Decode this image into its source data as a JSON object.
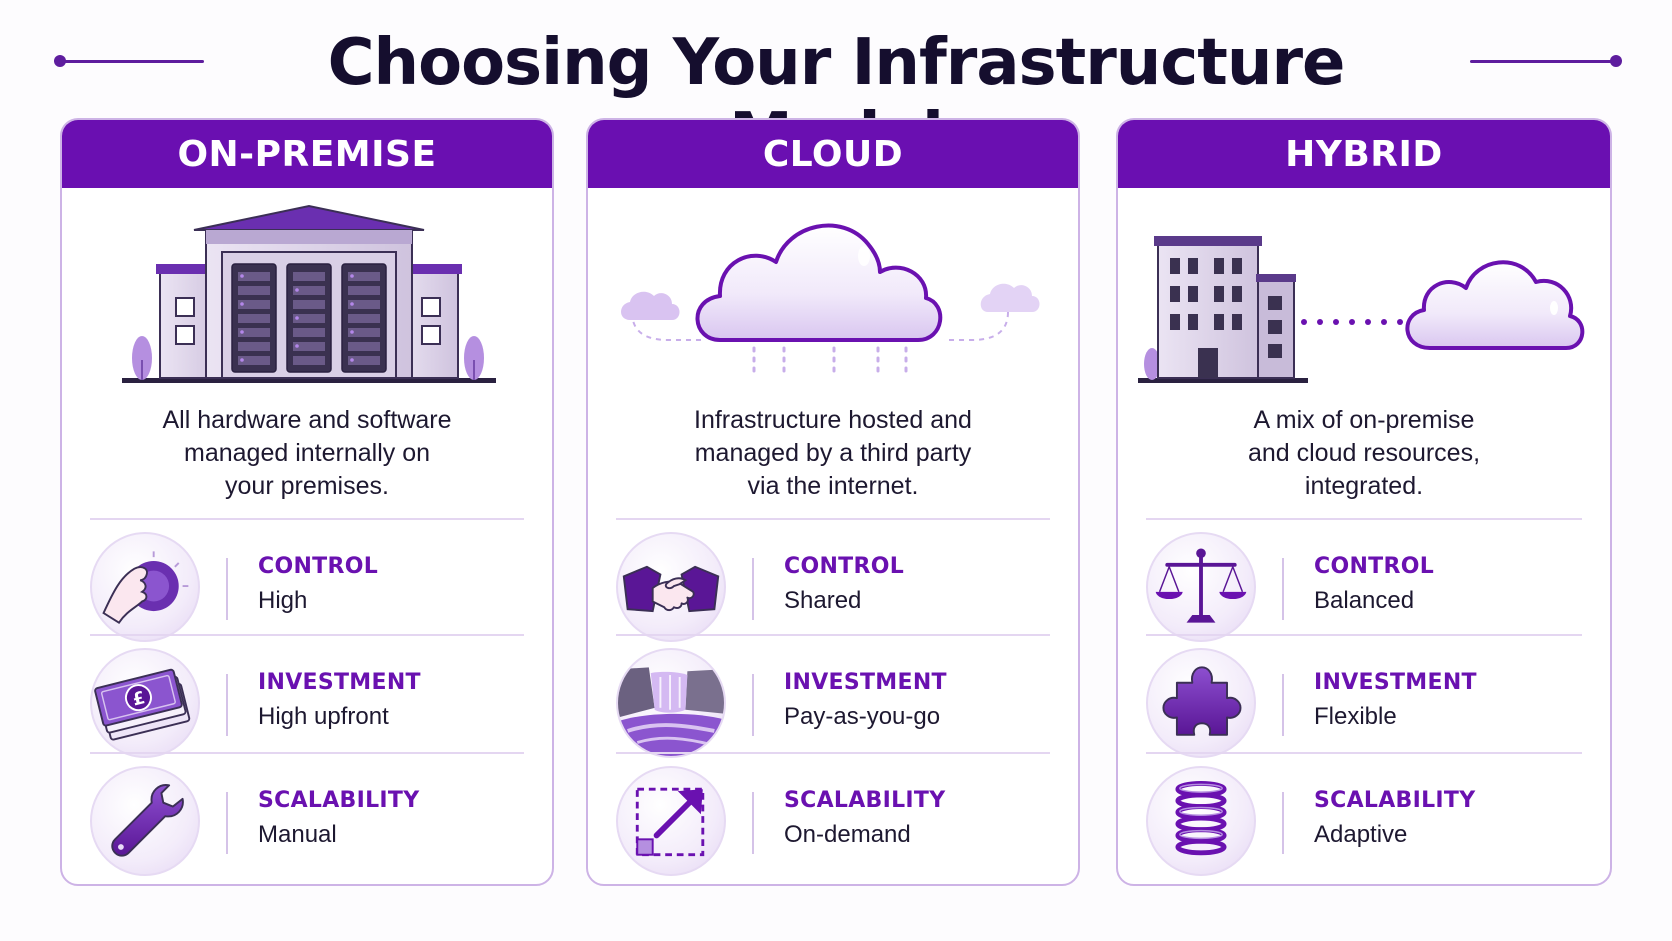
{
  "title": "Choosing Your Infrastructure Model",
  "colors": {
    "accent": "#6a0fb1",
    "accent_dark": "#5e1d9e",
    "border": "#cdb3e6",
    "text": "#1b1530"
  },
  "columns": [
    {
      "header": "ON-PREMISE",
      "description": "All hardware and software\nmanaged internally on\nyour premises.",
      "illustration_icon": "data-center-building-icon",
      "metrics": [
        {
          "label": "CONTROL",
          "value": "High",
          "icon": "hand-turning-dial-icon"
        },
        {
          "label": "INVESTMENT",
          "value": "High upfront",
          "icon": "pound-banknotes-icon"
        },
        {
          "label": "SCALABILITY",
          "value": "Manual",
          "icon": "wrench-icon"
        }
      ]
    },
    {
      "header": "CLOUD",
      "description": "Infrastructure hosted and\nmanaged by a third party\nvia the internet.",
      "illustration_icon": "cloud-network-icon",
      "metrics": [
        {
          "label": "CONTROL",
          "value": "Shared",
          "icon": "handshake-icon"
        },
        {
          "label": "INVESTMENT",
          "value": "Pay-as-you-go",
          "icon": "waterfall-stream-icon"
        },
        {
          "label": "SCALABILITY",
          "value": "On-demand",
          "icon": "expand-arrow-icon"
        }
      ]
    },
    {
      "header": "HYBRID",
      "description": "A mix of on-premise\nand cloud resources,\nintegrated.",
      "illustration_icon": "building-linked-to-cloud-icon",
      "metrics": [
        {
          "label": "CONTROL",
          "value": "Balanced",
          "icon": "balance-scale-icon"
        },
        {
          "label": "INVESTMENT",
          "value": "Flexible",
          "icon": "puzzle-piece-icon"
        },
        {
          "label": "SCALABILITY",
          "value": "Adaptive",
          "icon": "coil-spring-icon"
        }
      ]
    }
  ]
}
